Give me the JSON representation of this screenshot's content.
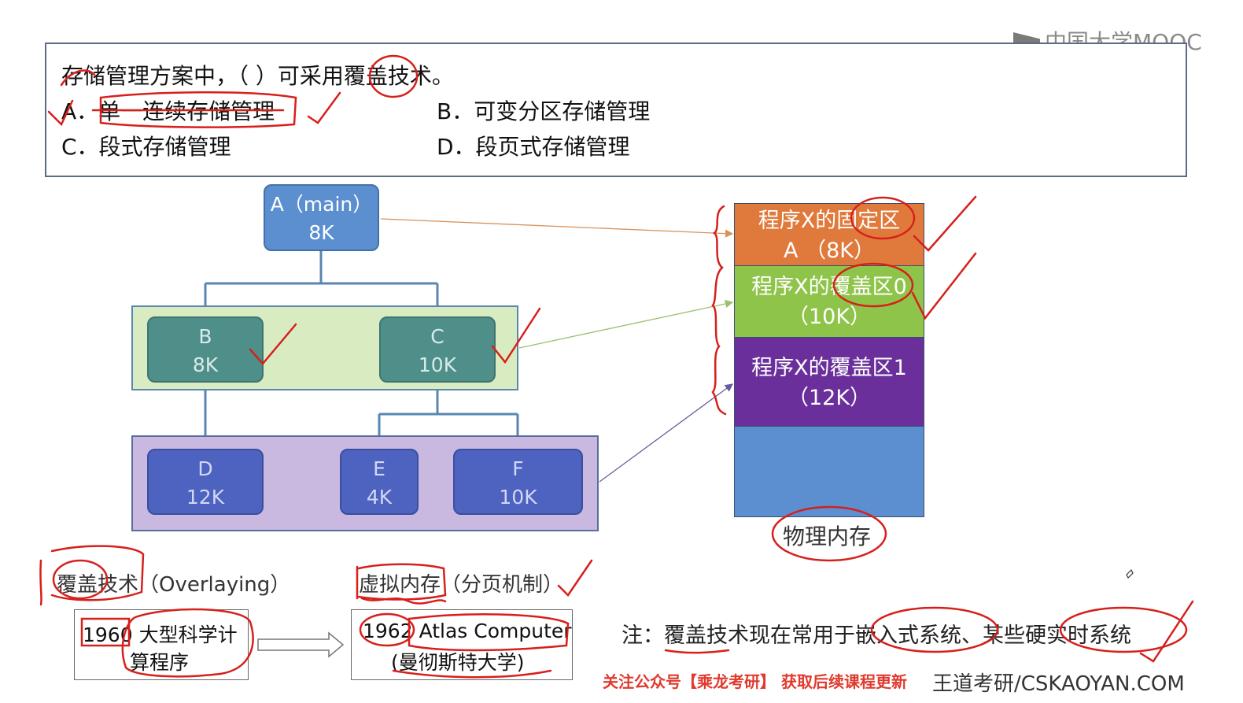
{
  "logo": {
    "text": "中国大学MOOC"
  },
  "question": {
    "stem": "存储管理方案中，（   ）可采用覆盖技术。",
    "option_a": "A．单一连续存储管理",
    "option_b": "B．可变分区存储管理",
    "option_c": "C．段式存储管理",
    "option_d": "D．段页式存储管理"
  },
  "tree": {
    "a": {
      "name": "A（main）",
      "size": "8K"
    },
    "b": {
      "name": "B",
      "size": "8K"
    },
    "c": {
      "name": "C",
      "size": "10K"
    },
    "d": {
      "name": "D",
      "size": "12K"
    },
    "e": {
      "name": "E",
      "size": "4K"
    },
    "f": {
      "name": "F",
      "size": "10K"
    }
  },
  "memory": {
    "fixed": {
      "title": "程序X的固定区",
      "detail": "A （8K）"
    },
    "overlay0": {
      "title": "程序X的覆盖区0",
      "detail": "（10K）"
    },
    "overlay1": {
      "title": "程序X的覆盖区1",
      "detail": "（12K）"
    },
    "label": "物理内存"
  },
  "overlaying": {
    "title": "覆盖技术（Overlaying）",
    "box_line1": "1960 大型科学计",
    "box_line2": "算程序"
  },
  "virtual_memory": {
    "title": "虚拟内存（分页机制）",
    "box_line1": "1962 Atlas Computer",
    "box_line2": "(曼彻斯特大学)"
  },
  "note": "注：覆盖技术现在常用于嵌入式系统、某些硬实时系统",
  "footer": {
    "promo": "关注公众号【乘龙考研】 获取后续课程更新",
    "site": "王道考研/CSKAOYAN.COM"
  },
  "colors": {
    "annotation_red": "#d6201c",
    "fixed_area": "#e07a3c",
    "overlay0_area": "#8fc44a",
    "overlay1_area": "#6a2f9a",
    "free_area": "#5b8fd0"
  }
}
